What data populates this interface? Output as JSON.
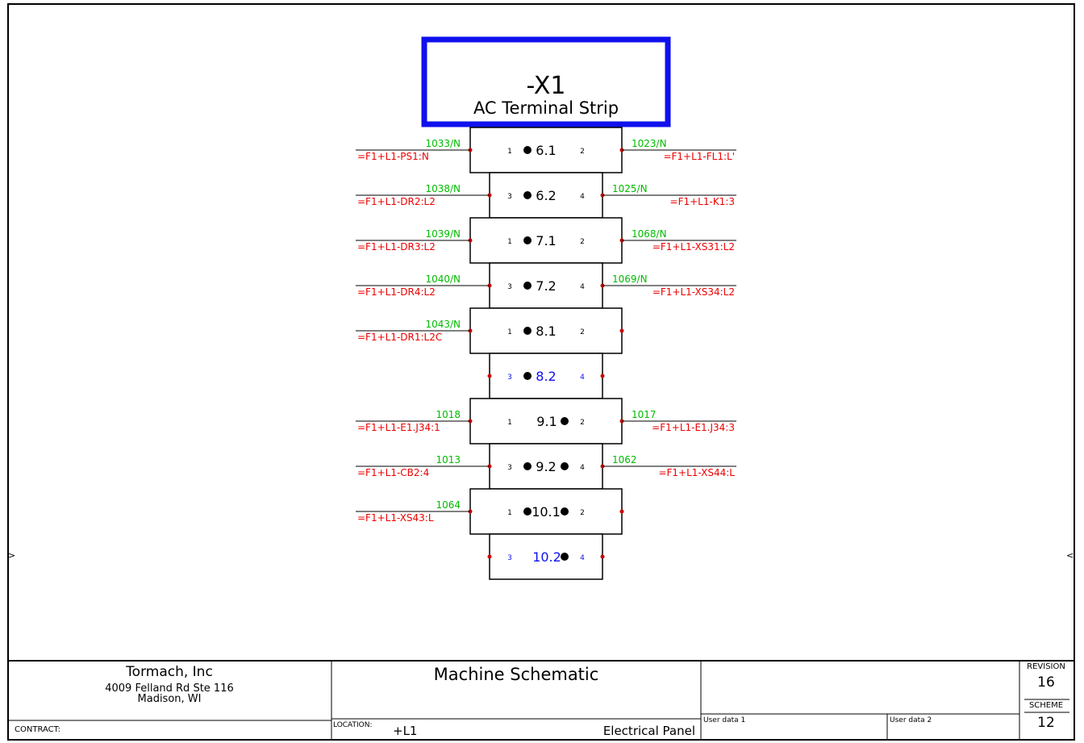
{
  "title_block": {
    "company": "Tormach, Inc",
    "address_line1": "4009 Felland Rd Ste 116",
    "address_line2": "Madison, WI",
    "contract_label": "CONTRACT:",
    "drawing_title": "Machine Schematic",
    "location_label": "LOCATION:",
    "location_value": "+L1",
    "location_description": "Electrical Panel",
    "user_data_1_label": "User data 1",
    "user_data_2_label": "User data 2",
    "revision_label": "REVISION",
    "revision_value": "16",
    "scheme_label": "SCHEME",
    "scheme_value": "12"
  },
  "strip": {
    "tag": "-X1",
    "description": "AC Terminal Strip"
  },
  "edge_markers": {
    "left": ">",
    "right": "<"
  },
  "terminals": [
    {
      "label": "6.1",
      "pins": [
        "1",
        "2"
      ],
      "label_blue": false,
      "left": {
        "wire": "1033/N",
        "target": "=F1+L1-PS1:N"
      },
      "right": {
        "wire": "1023/N",
        "target": "=F1+L1-FL1:L'"
      }
    },
    {
      "label": "6.2",
      "pins": [
        "3",
        "4"
      ],
      "label_blue": false,
      "left": {
        "wire": "1038/N",
        "target": "=F1+L1-DR2:L2"
      },
      "right": {
        "wire": "1025/N",
        "target": "=F1+L1-K1:3"
      }
    },
    {
      "label": "7.1",
      "pins": [
        "1",
        "2"
      ],
      "label_blue": false,
      "left": {
        "wire": "1039/N",
        "target": "=F1+L1-DR3:L2"
      },
      "right": {
        "wire": "1068/N",
        "target": "=F1+L1-XS31:L2"
      }
    },
    {
      "label": "7.2",
      "pins": [
        "3",
        "4"
      ],
      "label_blue": false,
      "left": {
        "wire": "1040/N",
        "target": "=F1+L1-DR4:L2"
      },
      "right": {
        "wire": "1069/N",
        "target": "=F1+L1-XS34:L2"
      }
    },
    {
      "label": "8.1",
      "pins": [
        "1",
        "2"
      ],
      "label_blue": false,
      "left": {
        "wire": "1043/N",
        "target": "=F1+L1-DR1:L2C"
      },
      "right": null
    },
    {
      "label": "8.2",
      "pins": [
        "3",
        "4"
      ],
      "label_blue": true,
      "left": null,
      "right": null
    },
    {
      "label": "9.1",
      "pins": [
        "1",
        "2"
      ],
      "label_blue": false,
      "left": {
        "wire": "1018",
        "target": "=F1+L1-E1.J34:1"
      },
      "right": {
        "wire": "1017",
        "target": "=F1+L1-E1.J34:3"
      }
    },
    {
      "label": "9.2",
      "pins": [
        "3",
        "4"
      ],
      "label_blue": false,
      "left": {
        "wire": "1013",
        "target": "=F1+L1-CB2:4"
      },
      "right": {
        "wire": "1062",
        "target": "=F1+L1-XS44:L"
      }
    },
    {
      "label": "10.1",
      "pins": [
        "1",
        "2"
      ],
      "label_blue": false,
      "left": {
        "wire": "1064",
        "target": "=F1+L1-XS43:L"
      },
      "right": null
    },
    {
      "label": "10.2",
      "pins": [
        "3",
        "4"
      ],
      "label_blue": true,
      "left": null,
      "right": null
    }
  ],
  "colors": {
    "frame": "#000000",
    "strip_box": "#1010ee",
    "wire_number": "#00bb00",
    "cross_reference": "#ee0000",
    "connection_point": "#cc0000",
    "terminal_label_blue": "#1010ee"
  }
}
